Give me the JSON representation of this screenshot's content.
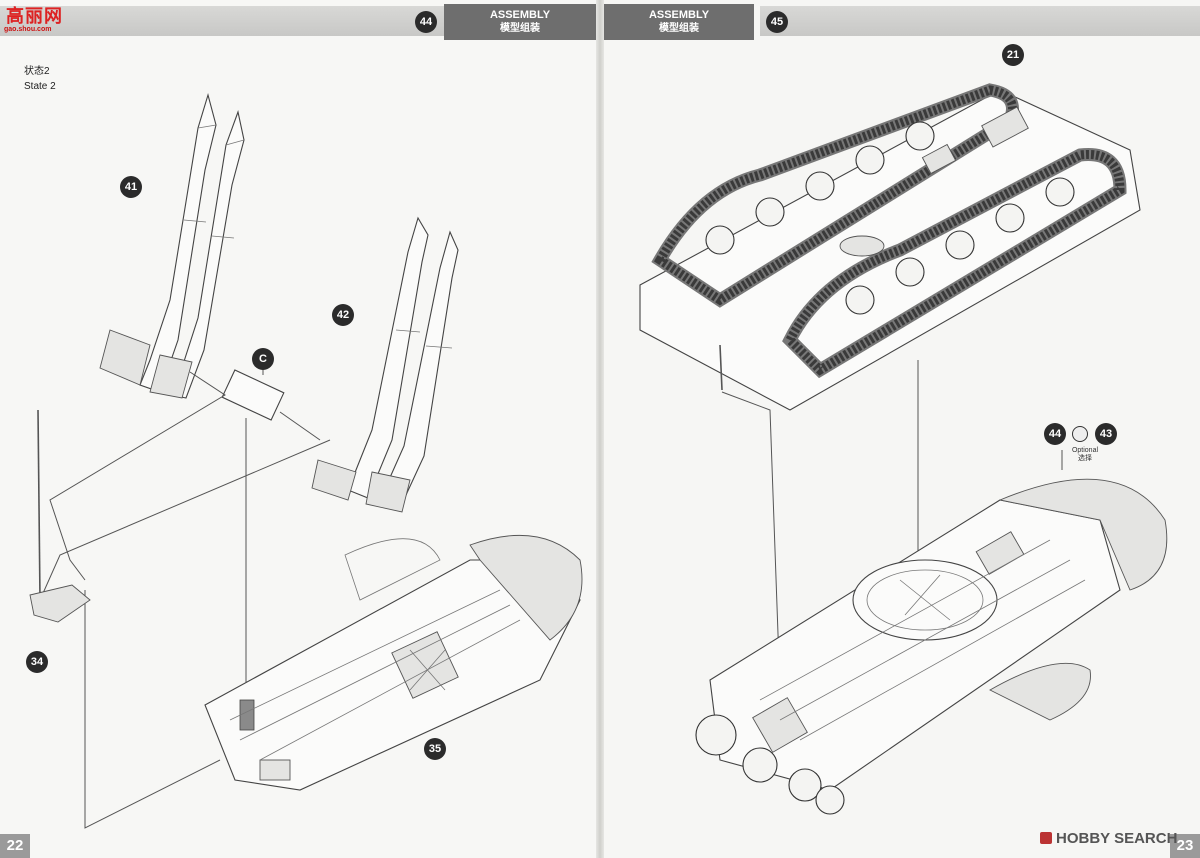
{
  "header": {
    "left_page_step": "44",
    "right_page_step": "45",
    "left_title_en": "ASSEMBLY",
    "left_title_zh": "模型组装",
    "right_title_en": "ASSEMBLY",
    "right_title_zh": "模型组装"
  },
  "watermark_top": {
    "brand": "高丽网",
    "url": "gao.shou.com"
  },
  "state_label": {
    "zh": "状态2",
    "en": "State 2"
  },
  "callouts_left": {
    "p41": "41",
    "p42": "42",
    "pc": "C",
    "p34": "34",
    "p35": "35"
  },
  "callouts_right": {
    "p21": "21",
    "p44": "44",
    "p43": "43"
  },
  "optional_note": {
    "en": "Optional",
    "zh": "选择"
  },
  "page_numbers": {
    "left": "22",
    "right": "23"
  },
  "watermark_bottom": "HOBBY SEARCH"
}
